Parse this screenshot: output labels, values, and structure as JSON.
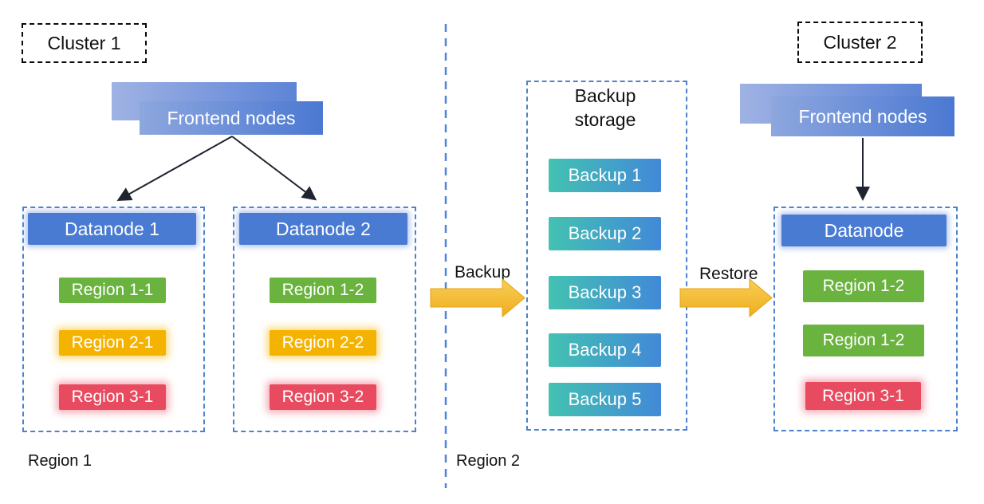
{
  "diagram": {
    "cluster1": {
      "label": "Cluster 1",
      "frontend_label": "Frontend nodes",
      "datanode1": {
        "title": "Datanode 1",
        "regions": [
          {
            "label": "Region 1-1",
            "color": "green"
          },
          {
            "label": "Region 2-1",
            "color": "yellow"
          },
          {
            "label": "Region 3-1",
            "color": "red"
          }
        ]
      },
      "datanode2": {
        "title": "Datanode 2",
        "regions": [
          {
            "label": "Region 1-2",
            "color": "green"
          },
          {
            "label": "Region 2-2",
            "color": "yellow"
          },
          {
            "label": "Region 3-2",
            "color": "red"
          }
        ]
      }
    },
    "backup_storage": {
      "title": "Backup storage",
      "items": [
        "Backup 1",
        "Backup 2",
        "Backup 3",
        "Backup 4",
        "Backup 5"
      ]
    },
    "cluster2": {
      "label": "Cluster 2",
      "frontend_label": "Frontend nodes",
      "datanode": {
        "title": "Datanode",
        "regions": [
          {
            "label": "Region 1-2",
            "color": "green"
          },
          {
            "label": "Region 1-2",
            "color": "green"
          },
          {
            "label": "Region 3-1",
            "color": "red"
          }
        ]
      }
    },
    "flow_labels": {
      "backup": "Backup",
      "restore": "Restore"
    },
    "region_zone_labels": {
      "region1": "Region 1",
      "region2": "Region 2"
    },
    "colors": {
      "node_blue": "#4a7bd3",
      "frontend_gradient_start": "#8da7de",
      "frontend_gradient_end": "#4b78d2",
      "region_green": "#6ab33e",
      "region_yellow": "#f5b301",
      "region_red": "#e84b60",
      "backup_gradient_start": "#43c2b2",
      "backup_gradient_end": "#4289d8",
      "flow_arrow_yellow": "#f5bc2e",
      "dashed_border_blue": "#4d82cc"
    }
  }
}
